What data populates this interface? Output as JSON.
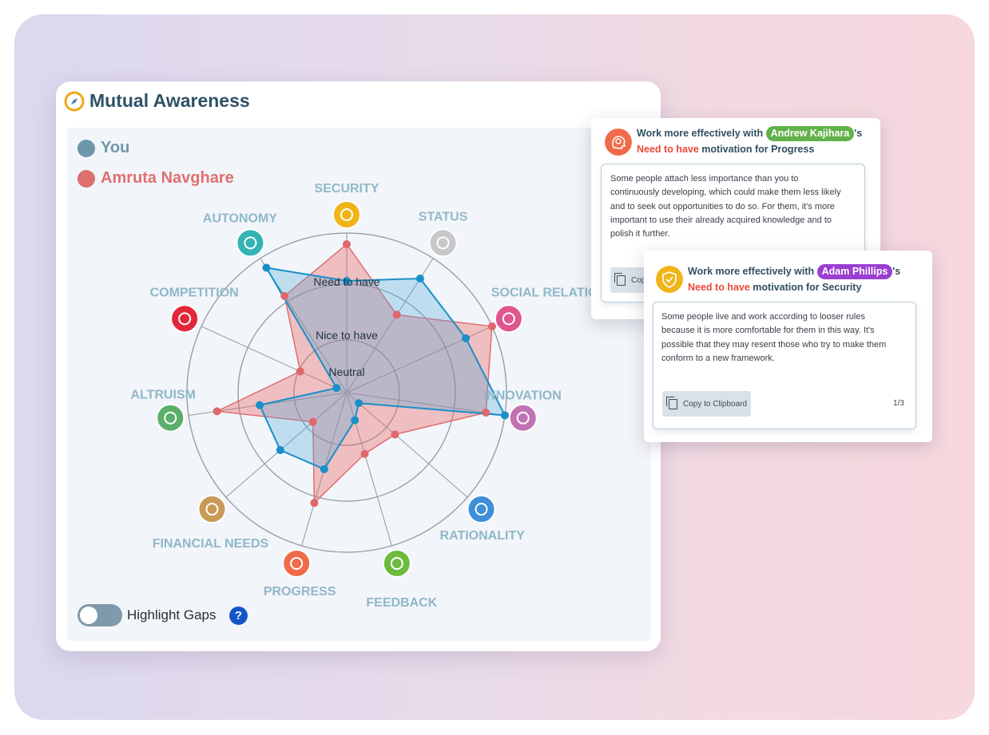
{
  "main": {
    "title": "Mutual Awareness",
    "legend": [
      {
        "label": "You",
        "color": "#6e97aa"
      },
      {
        "label": "Amruta Navghare",
        "color": "#de7070"
      }
    ],
    "ring_labels": [
      "Need to have",
      "Nice to have",
      "Neutral"
    ],
    "categories": [
      {
        "label": "SECURITY",
        "icon": "shield-icon",
        "color": "#f0b418"
      },
      {
        "label": "STATUS",
        "icon": "crown-icon",
        "color": "#c8c8c8"
      },
      {
        "label": "SOCIAL RELATIONSHIPS",
        "icon": "handshake-icon",
        "color": "#e0568e"
      },
      {
        "label": "INNOVATION",
        "icon": "lightbulb-icon",
        "color": "#c072b4"
      },
      {
        "label": "RATIONALITY",
        "icon": "magnifier-icon",
        "color": "#3e8ed8"
      },
      {
        "label": "FEEDBACK",
        "icon": "thumbs-up-icon",
        "color": "#6cbb3c"
      },
      {
        "label": "PROGRESS",
        "icon": "head-gear-icon",
        "color": "#ef6b49"
      },
      {
        "label": "FINANCIAL NEEDS",
        "icon": "money-bag-icon",
        "color": "#c79a56"
      },
      {
        "label": "ALTRUISM",
        "icon": "people-icon",
        "color": "#5aaf6a"
      },
      {
        "label": "COMPETITION",
        "icon": "trophy-icon",
        "color": "#e3273a"
      },
      {
        "label": "AUTONOMY",
        "icon": "boot-icon",
        "color": "#33b3b3"
      }
    ],
    "highlight_label": "Highlight Gaps",
    "help_label": "?"
  },
  "chart_data": {
    "type": "radar",
    "levels": [
      "Neutral",
      "Nice to have",
      "Need to have"
    ],
    "axes": [
      "SECURITY",
      "STATUS",
      "SOCIAL RELATIONSHIPS",
      "INNOVATION",
      "RATIONALITY",
      "FEEDBACK",
      "PROGRESS",
      "FINANCIAL NEEDS",
      "ALTRUISM",
      "COMPETITION",
      "AUTONOMY"
    ],
    "series": [
      {
        "name": "You",
        "color": "#1a8fc9",
        "values": [
          0.7,
          0.85,
          0.82,
          1.0,
          0.1,
          0.18,
          0.5,
          0.55,
          0.55,
          0.07,
          0.93
        ]
      },
      {
        "name": "Amruta Navghare",
        "color": "#e0676c",
        "values": [
          0.93,
          0.58,
          1.0,
          0.88,
          0.4,
          0.4,
          0.72,
          0.28,
          0.82,
          0.32,
          0.72
        ]
      }
    ],
    "rlim": [
      0,
      1
    ]
  },
  "popups": [
    {
      "head_pre": "Work more effectively with ",
      "name": "Andrew Kajihara",
      "name_color": "#62b14a",
      "head_post": "'s",
      "need": "Need to have",
      "motivation": " motivation for Progress",
      "avatar_icon": "head-gear-icon",
      "avatar_color": "#ef6b49",
      "body_lines": [
        "Some people attach less importance than you to",
        "continuously developing, which could make them less likely",
        "and to seek out opportunities to do so. For them, it's more",
        "important to use their already acquired knowledge and to",
        "polish it further."
      ],
      "copy_label": "Copy"
    },
    {
      "head_pre": "Work more effectively with ",
      "name": "Adam Phillips",
      "name_color": "#9b3fd2",
      "head_post": "'s",
      "need": "Need to have",
      "motivation": " motivation for Security",
      "avatar_icon": "shield-icon",
      "avatar_color": "#f0b418",
      "body_lines": [
        "Some people live and work according to looser rules",
        "because it is more comfortable for them in this way. It's",
        "possible that they may resent those who try to make them",
        "conform to a new framework."
      ],
      "copy_label": "Copy to Clipboard",
      "page": "1/3"
    }
  ]
}
